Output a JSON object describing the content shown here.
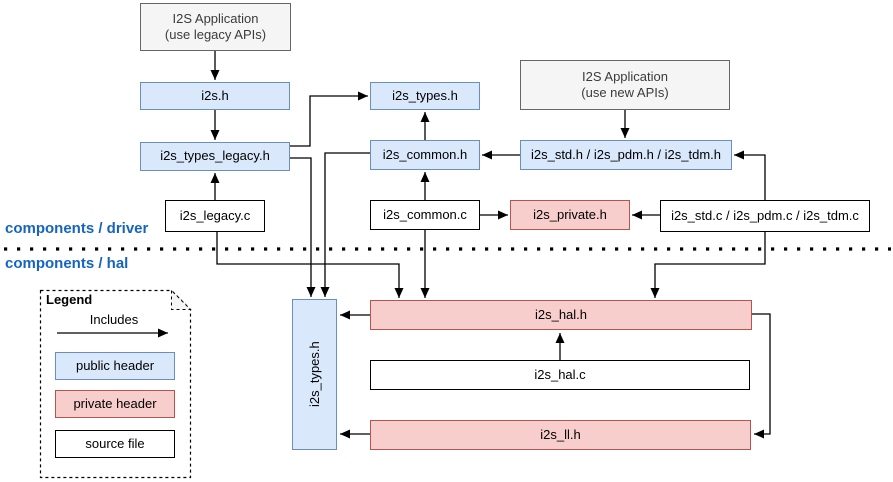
{
  "layers": {
    "driver_label": "components / driver",
    "hal_label": "components / hal"
  },
  "nodes": {
    "app_legacy": {
      "label_line1": "I2S Application",
      "label_line2": "(use legacy APIs)",
      "type": "application"
    },
    "app_new": {
      "label_line1": "I2S Application",
      "label_line2": "(use new APIs)",
      "type": "application"
    },
    "i2s_h": {
      "label": "i2s.h",
      "type": "public-header"
    },
    "i2s_types_h": {
      "label": "i2s_types.h",
      "type": "public-header"
    },
    "i2s_types_legacy_h": {
      "label": "i2s_types_legacy.h",
      "type": "public-header"
    },
    "i2s_common_h": {
      "label": "i2s_common.h",
      "type": "public-header"
    },
    "i2s_std_pdm_tdm_h": {
      "label": "i2s_std.h / i2s_pdm.h / i2s_tdm.h",
      "type": "public-header"
    },
    "i2s_legacy_c": {
      "label": "i2s_legacy.c",
      "type": "source-file"
    },
    "i2s_common_c": {
      "label": "i2s_common.c",
      "type": "source-file"
    },
    "i2s_private_h": {
      "label": "i2s_private.h",
      "type": "private-header"
    },
    "i2s_std_pdm_tdm_c": {
      "label": "i2s_std.c / i2s_pdm.c / i2s_tdm.c",
      "type": "source-file"
    },
    "hal_i2s_types_h": {
      "label": "i2s_types.h",
      "type": "public-header"
    },
    "i2s_hal_h": {
      "label": "i2s_hal.h",
      "type": "private-header"
    },
    "i2s_hal_c": {
      "label": "i2s_hal.c",
      "type": "source-file"
    },
    "i2s_ll_h": {
      "label": "i2s_ll.h",
      "type": "private-header"
    }
  },
  "edges": [
    {
      "from": "app_legacy",
      "to": "i2s_h"
    },
    {
      "from": "i2s_h",
      "to": "i2s_types_legacy_h"
    },
    {
      "from": "i2s_legacy_c",
      "to": "i2s_types_legacy_h"
    },
    {
      "from": "i2s_types_legacy_h",
      "to": "i2s_types_h"
    },
    {
      "from": "i2s_common_h",
      "to": "i2s_types_h"
    },
    {
      "from": "i2s_common_c",
      "to": "i2s_common_h"
    },
    {
      "from": "i2s_std_pdm_tdm_h",
      "to": "i2s_common_h"
    },
    {
      "from": "app_new",
      "to": "i2s_std_pdm_tdm_h"
    },
    {
      "from": "i2s_std_pdm_tdm_c",
      "to": "i2s_std_pdm_tdm_h"
    },
    {
      "from": "i2s_common_c",
      "to": "i2s_private_h"
    },
    {
      "from": "i2s_std_pdm_tdm_c",
      "to": "i2s_private_h"
    },
    {
      "from": "i2s_types_legacy_h",
      "to": "hal_i2s_types_h"
    },
    {
      "from": "i2s_common_h",
      "to": "hal_i2s_types_h"
    },
    {
      "from": "i2s_legacy_c",
      "to": "i2s_hal_h"
    },
    {
      "from": "i2s_common_c",
      "to": "i2s_hal_h"
    },
    {
      "from": "i2s_std_pdm_tdm_c",
      "to": "i2s_hal_h"
    },
    {
      "from": "i2s_hal_h",
      "to": "hal_i2s_types_h"
    },
    {
      "from": "i2s_hal_c",
      "to": "i2s_hal_h"
    },
    {
      "from": "i2s_hal_h",
      "to": "i2s_ll_h"
    },
    {
      "from": "i2s_ll_h",
      "to": "hal_i2s_types_h"
    }
  ],
  "legend": {
    "title": "Legend",
    "includes_label": "Includes",
    "items": [
      {
        "label": "public header",
        "type": "public"
      },
      {
        "label": "private header",
        "type": "private"
      },
      {
        "label": "source file",
        "type": "source"
      }
    ]
  },
  "colors": {
    "public_header_fill": "#DAE8FC",
    "public_header_border": "#6C8EBF",
    "private_header_fill": "#F8CECC",
    "private_header_border": "#B85450",
    "application_fill": "#F5F5F5",
    "application_border": "#666666",
    "source_fill": "#FFFFFF",
    "source_border": "#000000",
    "layer_label_color": "#1565C0",
    "edge_color": "#000000"
  }
}
